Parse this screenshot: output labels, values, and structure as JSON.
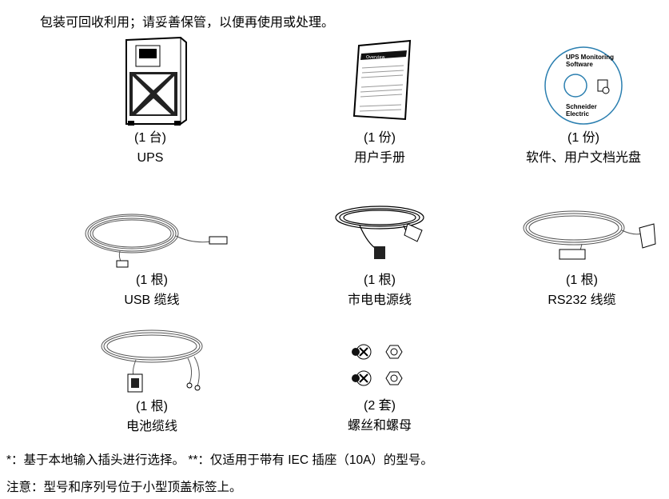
{
  "intro": "包装可回收利用；请妥善保管，以便再使用或处理。",
  "items": [
    {
      "qty": "(1 台)",
      "name": "UPS",
      "icon": "ups-icon"
    },
    {
      "qty": "(1 份)",
      "name": "用户手册",
      "icon": "manual-icon",
      "cover_title": "Overview"
    },
    {
      "qty": "(1 份)",
      "name": "软件、用户文档光盘",
      "icon": "cd-icon",
      "disc_title": "UPS Monitoring Software",
      "brand": "Schneider Electric"
    },
    {
      "qty": "(1 根)",
      "name": "USB  缆线",
      "icon": "usb-cable-icon"
    },
    {
      "qty": "(1 根)",
      "name": "市电电源线",
      "icon": "power-cord-icon"
    },
    {
      "qty": "(1 根)",
      "name": "RS232 线缆",
      "icon": "serial-cable-icon"
    },
    {
      "qty": "(1 根)",
      "name": "电池缆线",
      "icon": "battery-cable-icon"
    },
    {
      "qty": "(2 套)",
      "name": "螺丝和螺母",
      "icon": "screws-nuts-icon"
    }
  ],
  "notes": {
    "footnote": "*：基于本地输入插头进行选择。  **：仅适用于带有 IEC 插座（10A）的型号。",
    "note": "注意：型号和序列号位于小型顶盖标签上。"
  }
}
